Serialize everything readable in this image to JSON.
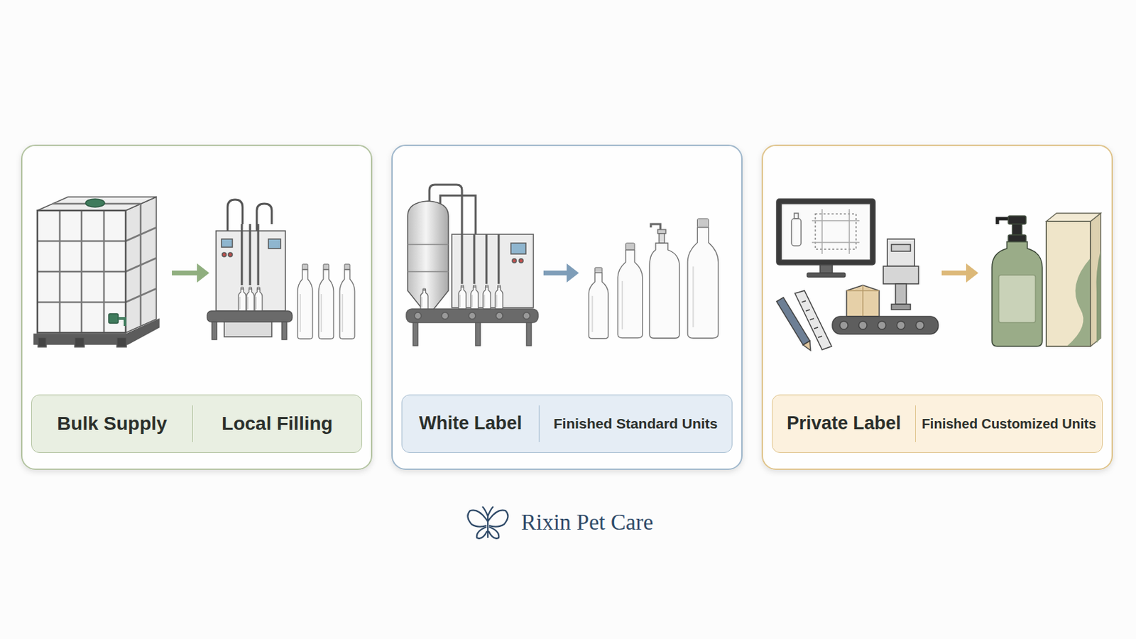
{
  "diagram": {
    "nodes": [
      {
        "text": [
          "Bulk Supply",
          "Local Filling"
        ]
      },
      {
        "text": [
          "White Label",
          "Finished Standard Units"
        ]
      },
      {
        "text": [
          "Private Label",
          "Finished Customized Units"
        ]
      }
    ],
    "labels": [
      "Rixin Pet Care"
    ]
  }
}
